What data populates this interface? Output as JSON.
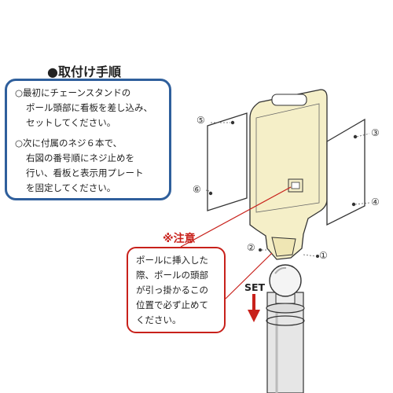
{
  "title": "●取付け手順",
  "steps": [
    {
      "lines": [
        "○最初にチェーンスタンドの",
        "ポール頭部に看板を差し込み、",
        "セットしてください。"
      ]
    },
    {
      "lines": [
        "○次に付属のネジ６本で、",
        "右図の番号順にネジ止めを",
        "行い、看板と表示用プレート",
        "を固定してください。"
      ]
    }
  ],
  "caution": {
    "title": "※注意",
    "lines": [
      "ポールに挿入した",
      "際、ポールの頭部",
      "が引っ掛かるこの",
      "位置で必ず止めて",
      "ください。"
    ]
  },
  "set_label": "SET",
  "screw_numbers": [
    "①",
    "②",
    "③",
    "④",
    "⑤",
    "⑥"
  ],
  "colors": {
    "box_blue": "#2f5f9c",
    "caution_red": "#c8211b",
    "sign_fill": "#f5efc8",
    "arrow_red": "#c8211b"
  }
}
